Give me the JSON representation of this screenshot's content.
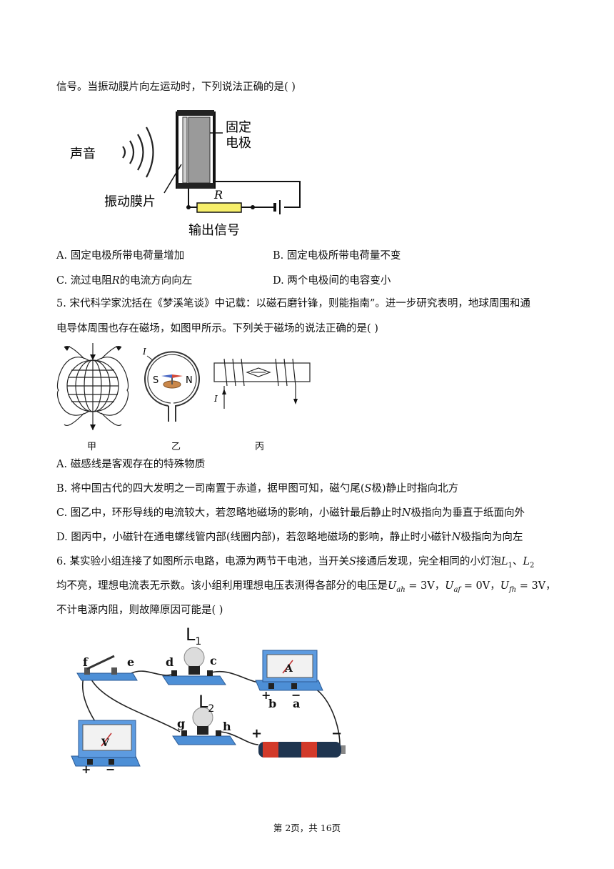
{
  "intro_line": "信号。当振动膜片向左运动时，下列说法正确的是(    )",
  "fig_mic": {
    "label_sound": "声音",
    "label_fixed_top": "固定",
    "label_fixed_bottom": "电极",
    "label_membrane": "振动膜片",
    "label_R": "R",
    "label_output": "输出信号"
  },
  "q4_options": {
    "a": "A. 固定电极所带电荷量增加",
    "b": "B. 固定电极所带电荷量不变",
    "c_pre": "C. 流过电阻",
    "c_var": "R",
    "c_post": "的电流方向向左",
    "d": "D. 两个电极间的电容变小"
  },
  "q5": {
    "line1": "5. 宋代科学家沈括在《梦溪笔谈》中记载：以磁石磨针锋，则能指南”。进一步研究表明，地球周围和通",
    "line2": "电导体周围也存在磁场，如图甲所示。下列关于磁场的说法正确的是(    )",
    "caption_jia": "甲",
    "caption_yi": "乙",
    "caption_bing": "丙",
    "label_I1": "I",
    "label_S": "S",
    "label_N": "N",
    "label_I2": "I",
    "opt_a": "A. 磁感线是客观存在的特殊物质",
    "opt_b_pre": "B. 将中国古代的四大发明之一司南置于赤道，据甲图可知，磁勺尾(",
    "opt_b_var": "S",
    "opt_b_post": "极)静止时指向北方",
    "opt_c_pre": "C. 图乙中，环形导线的电流较大，若忽略地磁场的影响，小磁针最后静止时",
    "opt_c_var": "N",
    "opt_c_post": "极指向为垂直于纸面向外",
    "opt_d_pre": "D. 图丙中，小磁针在通电螺线管内部(线圈内部)，若忽略地磁场的影响，静止时小磁针",
    "opt_d_var": "N",
    "opt_d_post": "极指向为向左"
  },
  "q6": {
    "line1_pre": "6. 某实验小组连接了如图所示电路，电源为两节干电池，当开关",
    "line1_var": "S",
    "line1_mid": "接通后发现，完全相同的小灯泡",
    "line1_L1": "L",
    "line1_sep": "、",
    "line1_L2": "L",
    "line2_pre": "均不亮，理想电流表无示数。该小组利用理想电压表测得各部分的电压是",
    "eq1": "U",
    "eq1_sub": "ah",
    "eq1_val": " = 3V，",
    "eq2": "U",
    "eq2_sub": "af",
    "eq2_val": " = 0V，",
    "eq3": "U",
    "eq3_sub": "fh",
    "eq3_val": " = 3V，",
    "line3": "不计电源内阻，则故障原因可能是(    )",
    "sub1": "1",
    "sub2": "2"
  },
  "circuit": {
    "L1": "L",
    "L1_sub": "1",
    "L2": "L",
    "L2_sub": "2",
    "f": "f",
    "e": "e",
    "d": "d",
    "c": "c",
    "b": "b",
    "a": "a",
    "g": "g",
    "h": "h",
    "ammeter": "A",
    "voltmeter": "V",
    "plus": "+",
    "minus": "−",
    "plus2": "+",
    "minus2": "−",
    "bat_plus": "+",
    "bat_minus": "−"
  },
  "footer": "第 2页，共 16页"
}
